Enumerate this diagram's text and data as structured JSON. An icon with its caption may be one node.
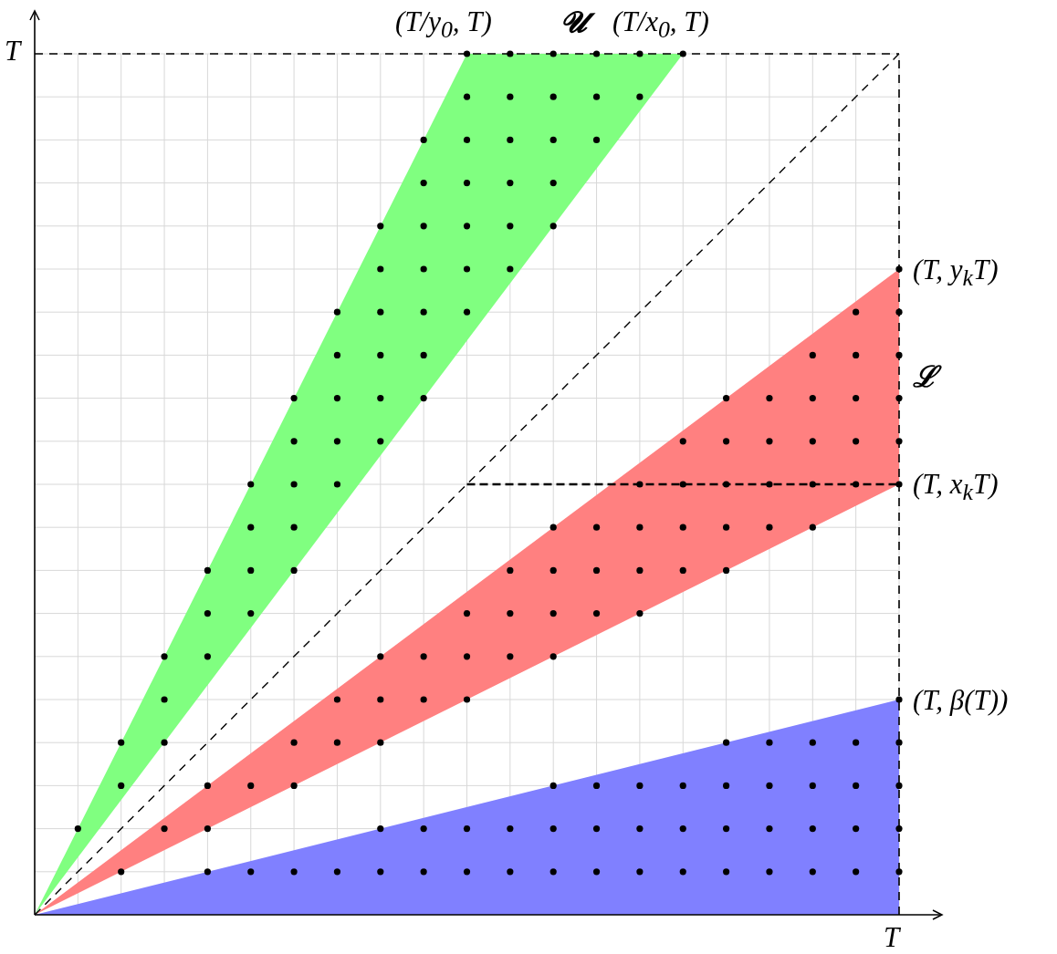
{
  "diagram": {
    "labels": [
      "T",
      "(T/y$_{0}$, T)",
      "𝓤",
      "(T/x$_{0}$, T)",
      "(T, y$_{k}$T)",
      "ℒ",
      "(T, x$_{k}$T)",
      "(T, β(T))",
      "T"
    ]
  }
}
